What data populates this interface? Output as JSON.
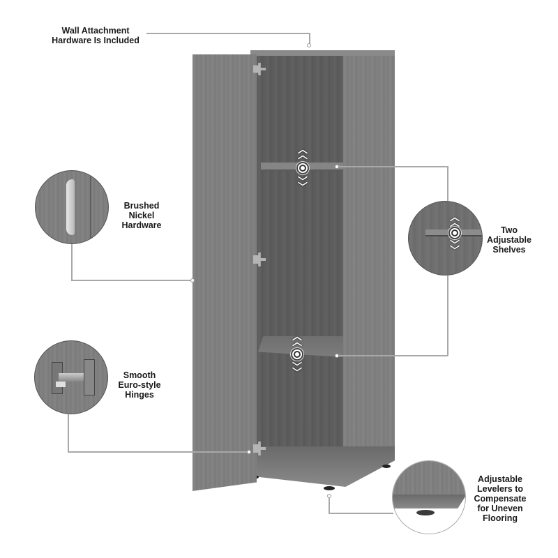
{
  "features": {
    "wall_attachment": {
      "lines": [
        "Wall Attachment",
        "Hardware Is Included"
      ]
    },
    "brushed_nickel": {
      "lines": [
        "Brushed",
        "Nickel",
        "Hardware"
      ]
    },
    "adjustable_shelves": {
      "lines": [
        "Two",
        "Adjustable",
        "Shelves"
      ]
    },
    "euro_hinges": {
      "lines": [
        "Smooth",
        "Euro-style",
        "Hinges"
      ]
    },
    "levelers": {
      "lines": [
        "Adjustable",
        "Levelers to",
        "Compensate",
        "for Uneven",
        "Flooring"
      ]
    }
  },
  "colors": {
    "wood_finish": "#7e7e7e",
    "interior": "#5c5c5c",
    "leader_line": "#a8a8a8",
    "text": "#1a1a1a",
    "background": "#ffffff"
  },
  "icons": {
    "arrow_up": "︿",
    "arrow_down": "﹀"
  }
}
